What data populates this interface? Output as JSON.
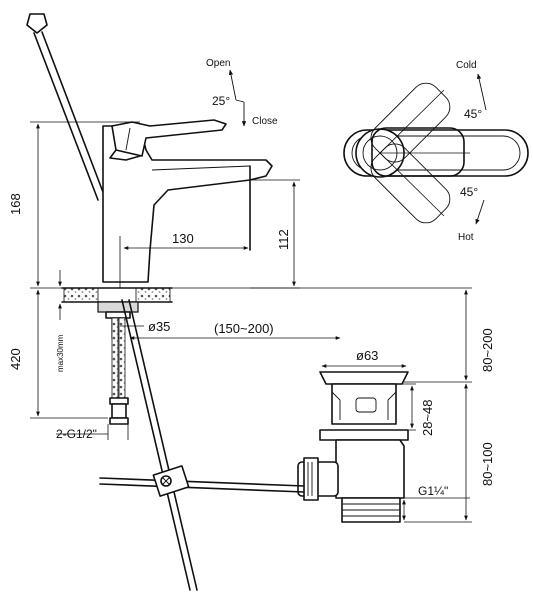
{
  "labels": {
    "open": "Open",
    "close": "Close",
    "angle_lever": "25°",
    "cold": "Cold",
    "hot": "Hot",
    "angle_cold": "45°",
    "angle_hot": "45°",
    "height_total": "168",
    "spout_height": "112",
    "spout_reach": "130",
    "hose_length": "420",
    "max_thickness": "max30mm",
    "connection": "2-G1/2\"",
    "drain_hole": "ø35",
    "rod_range": "(150~200)",
    "waste_diameter": "ø63",
    "waste_plug_travel": "28~48",
    "waste_top_range": "80~200",
    "waste_bottom_range": "80~100",
    "waste_thread": "G1¼\""
  }
}
